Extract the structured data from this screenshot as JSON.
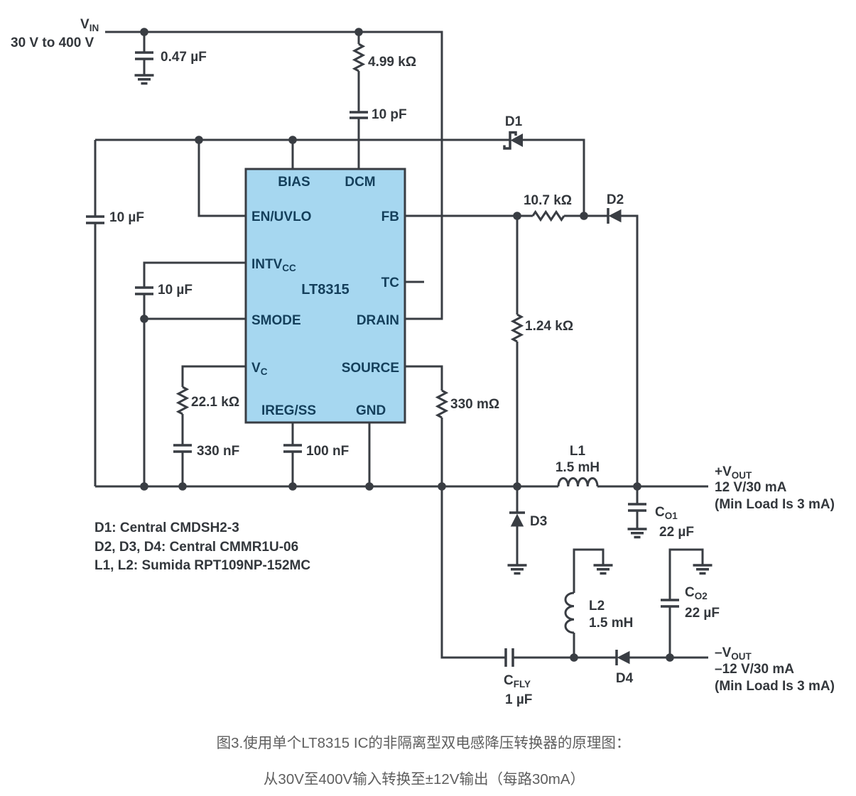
{
  "figure": {
    "input": {
      "rail_label_main": "V",
      "rail_label_sub": "IN",
      "range": "30 V to 400 V"
    },
    "ic": {
      "name": "LT8315",
      "pins": {
        "bias": "BIAS",
        "dcm": "DCM",
        "en_uvlo": "EN/UVLO",
        "intvcc_main": "INTV",
        "intvcc_sub": "CC",
        "smode": "SMODE",
        "vc_main": "V",
        "vc_sub": "C",
        "ireg_ss": "IREG/SS",
        "gnd": "GND",
        "fb": "FB",
        "tc": "TC",
        "drain": "DRAIN",
        "source": "SOURCE"
      }
    },
    "components": {
      "cin": "0.47 µF",
      "rdcm": "4.99 kΩ",
      "cdcm": "10 pF",
      "d1": "D1",
      "rfb_top": "10.7 kΩ",
      "d2": "D2",
      "cbias": "10 µF",
      "cintvcc": "10 µF",
      "rvc": "22.1 kΩ",
      "cvc": "330 nF",
      "ciregss": "100 nF",
      "rsense": "330 mΩ",
      "rfb_bot": "1.24 kΩ",
      "d3": "D3",
      "d4": "D4",
      "l1_name": "L1",
      "l1_value": "1.5 mH",
      "l2_name": "L2",
      "l2_value": "1.5 mH",
      "co1_main": "C",
      "co1_sub": "O1",
      "co1_value": "22 µF",
      "co2_main": "C",
      "co2_sub": "O2",
      "co2_value": "22 µF",
      "cfly_main": "C",
      "cfly_sub": "FLY",
      "cfly_value": "1 µF"
    },
    "outputs": {
      "pos": {
        "label_main": "+V",
        "label_sub": "OUT",
        "line2": "12 V/30 mA",
        "line3": "(Min Load Is 3 mA)"
      },
      "neg": {
        "label_main": "–V",
        "label_sub": "OUT",
        "line2": "–12 V/30 mA",
        "line3": "(Min Load Is 3 mA)"
      }
    },
    "parts_list": [
      "D1: Central CMDSH2-3",
      "D2, D3, D4: Central CMMR1U-06",
      "L1, L2: Sumida RPT109NP-152MC"
    ],
    "caption": {
      "line1": "图3.使用单个LT8315 IC的非隔离型双电感降压转换器的原理图：",
      "line2": "从30V至400V输入转换至±12V输出（每路30mA）"
    },
    "colors": {
      "wire": "#393d43",
      "label": "#33373c",
      "ic_fill": "#a6d7f0",
      "ic_text": "#143f5b",
      "caption": "#5e5e5e"
    }
  }
}
